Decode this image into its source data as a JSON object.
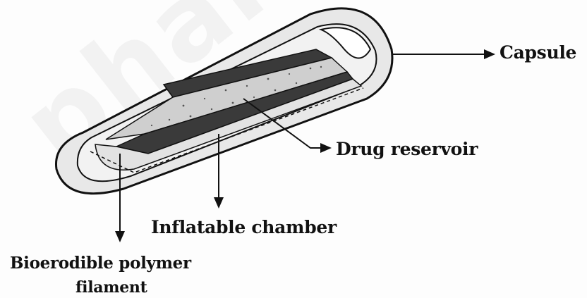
{
  "labels": {
    "capsule": "Capsule",
    "drug_reservoir": "Drug reservoir",
    "inflatable_chamber": "Inflatable chamber",
    "bioerodible_line1": "Bioerodible polymer",
    "bioerodible_line2": "filament"
  },
  "watermark": "pharma",
  "colors": {
    "ink": "#111111",
    "capsule_fill": "#e6e6e6",
    "reservoir_fill": "#cfcfcf",
    "band_fill": "#3a3a3a"
  }
}
